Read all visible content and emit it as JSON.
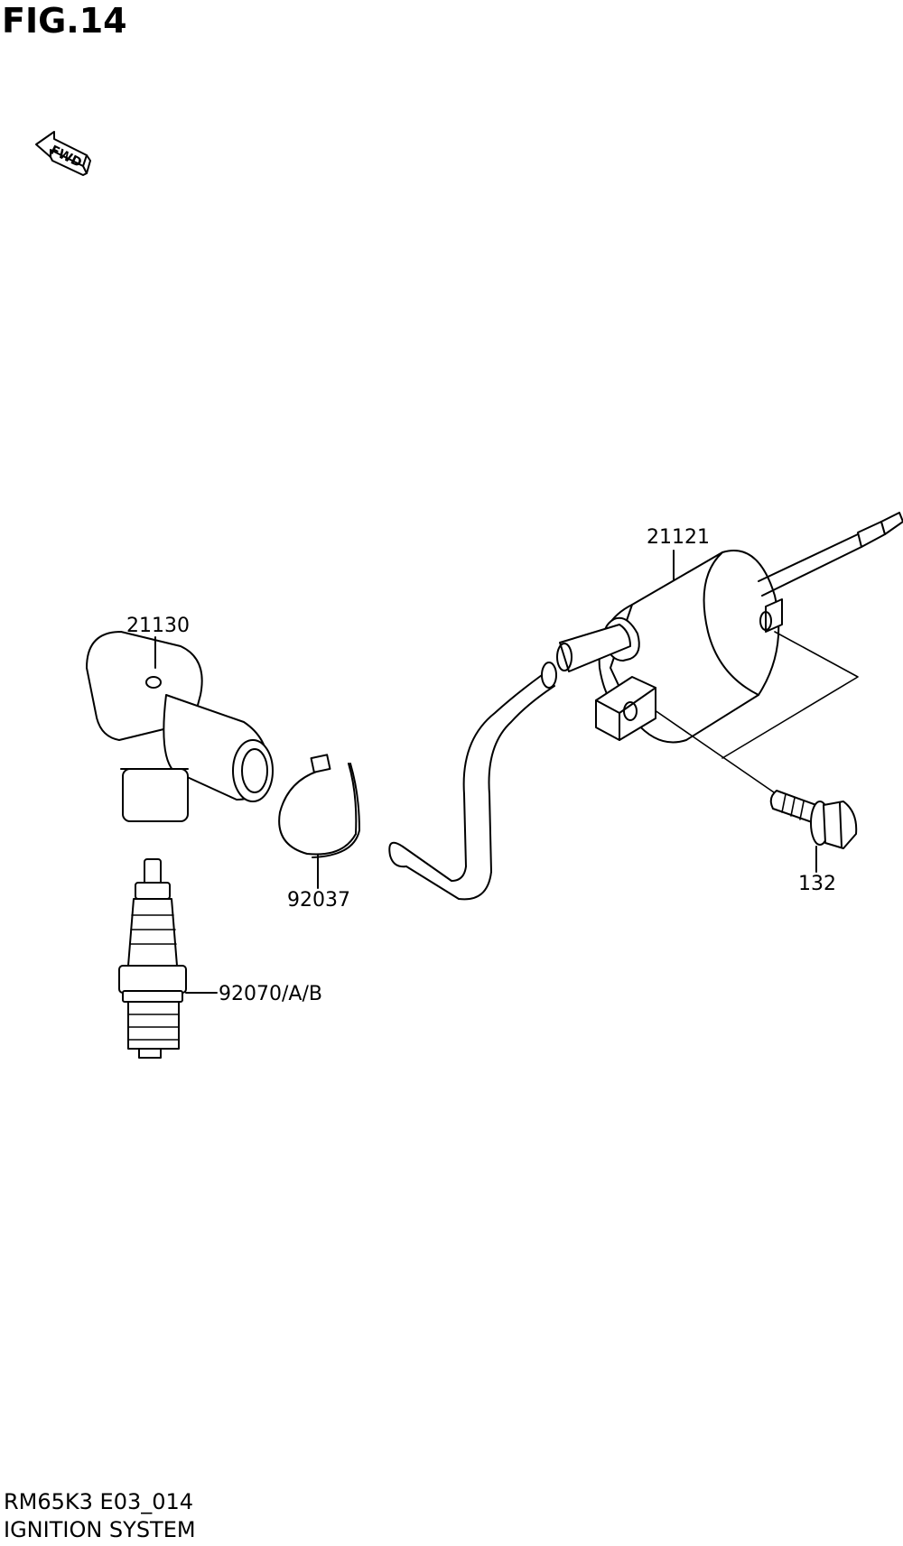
{
  "figure": {
    "title": "FIG.14",
    "fwd_label": "FWD"
  },
  "parts": {
    "ignition_coil": "21121",
    "plug_cap": "21130",
    "clamp": "92037",
    "spark_plug": "92070/A/B",
    "bolt": "132"
  },
  "footer": {
    "model_code": "RM65K3 E03_014",
    "section_name": "IGNITION SYSTEM"
  }
}
